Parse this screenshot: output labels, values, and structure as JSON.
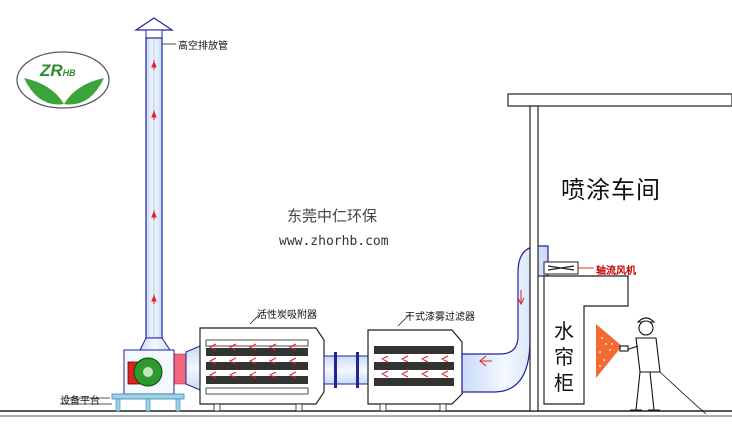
{
  "logo": {
    "text": "ZRHB",
    "brand_color": "#2e8b2e",
    "leaf_color": "#3aa53a"
  },
  "watermark": {
    "company": "东莞中仁环保",
    "url": "www.zhorhb.com"
  },
  "labels": {
    "stack": "高空排放管",
    "workshop": "喷涂车间",
    "fan": "轴流风机",
    "activated_carbon": "活性炭吸附器",
    "dry_filter": "干式漆雾过滤器",
    "water_curtain": "水帘柜",
    "platform": "设备平台"
  },
  "colors": {
    "duct_fill": "#dce8fb",
    "duct_stroke": "#23239a",
    "arrow": "#e0202a",
    "spray": "#f25a1e",
    "line": "#222222"
  }
}
